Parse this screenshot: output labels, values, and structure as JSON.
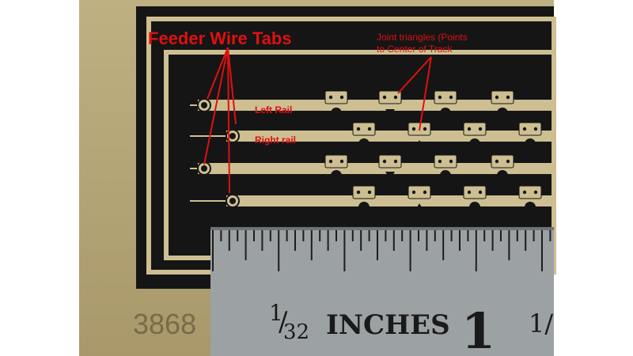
{
  "annotations": {
    "feeder_title": "Feeder Wire Tabs",
    "joint_line1": "Joint triangles (Points",
    "joint_line2": "to Center of Track",
    "left_rail": "Left Rail",
    "right_rail": "Right rail"
  },
  "stamp": "3868",
  "ruler": {
    "fraction_num": "1",
    "fraction_den": "32",
    "units": "INCHES",
    "inch_mark": "1",
    "partial_fraction": "1/"
  },
  "colors": {
    "annotation": "#e01010",
    "brass": "#cdbf92",
    "dark_field": "#141414",
    "ruler_steel": "#9aa0a3"
  }
}
